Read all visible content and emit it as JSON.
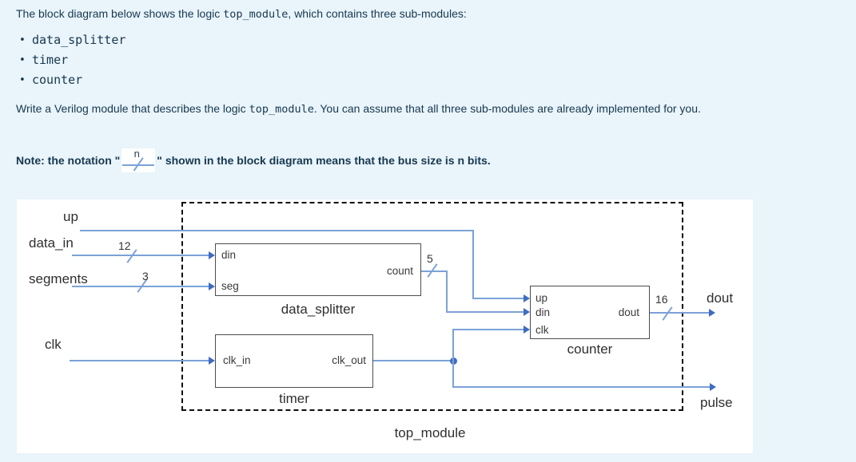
{
  "colors": {
    "page_bg": "#e9f4fb",
    "wire_blue": "#7ba2d7",
    "arrow_blue": "#3f6cc0",
    "text_navy": "#17384f"
  },
  "intro": {
    "pre": "The block diagram below shows the logic ",
    "code": "top_module",
    "post": ", which contains three sub-modules:"
  },
  "bullets": [
    "data_splitter",
    "timer",
    "counter"
  ],
  "bullet_glyph": "•",
  "task": {
    "pre": "Write a Verilog module that describes the logic ",
    "code": "top_module",
    "post": ". You can assume that all three sub-modules are already implemented for you."
  },
  "note": {
    "pre": "Note: the notation \"",
    "n": "n",
    "post": "\" shown in the block diagram means that the bus size is n bits."
  },
  "diagram": {
    "outer_label": "top_module",
    "signals": {
      "up": "up",
      "data_in": "data_in",
      "segments": "segments",
      "clk": "clk",
      "dout": "dout",
      "pulse": "pulse"
    },
    "bus_widths": {
      "data_in": "12",
      "segments": "3",
      "count": "5",
      "dout": "16"
    },
    "blocks": {
      "data_splitter": {
        "name": "data_splitter",
        "ports": {
          "din": "din",
          "seg": "seg",
          "count": "count"
        }
      },
      "timer": {
        "name": "timer",
        "ports": {
          "clk_in": "clk_in",
          "clk_out": "clk_out"
        }
      },
      "counter": {
        "name": "counter",
        "ports": {
          "up": "up",
          "din": "din",
          "clk": "clk",
          "dout": "dout"
        }
      }
    }
  }
}
